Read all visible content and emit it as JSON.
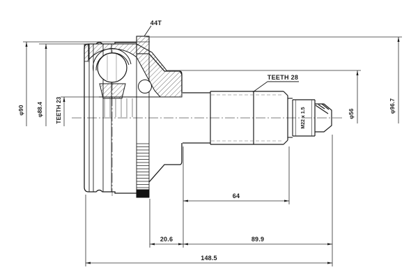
{
  "drawing": {
    "background": "#ffffff",
    "line_color": "#1a1a1a",
    "dim_color": "#2b2b2b",
    "labels": {
      "ring_teeth": "44T",
      "shaft_teeth": "TEETH 28",
      "bore_teeth": "TEETH 23",
      "thread_spec": "M22 x 1.5"
    },
    "dimensions": {
      "bell_outer_dia": "φ90",
      "bell_secondary_dia": "φ88.4",
      "ring_dia": "φ96.7",
      "boss_dia": "φ56",
      "spline_length": "64",
      "boss_length": "20.6",
      "shaft_length": "89.9",
      "overall_length": "148.5"
    }
  }
}
